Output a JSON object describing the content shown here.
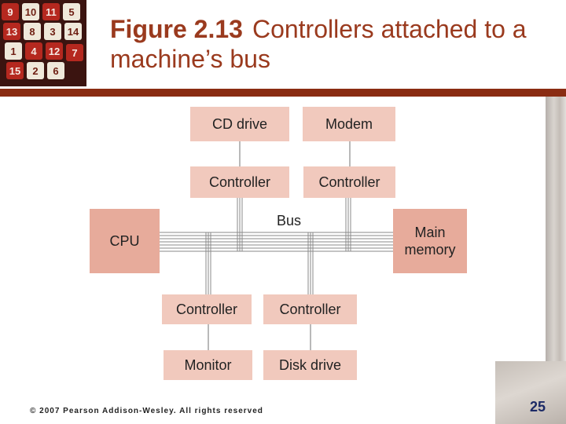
{
  "slide": {
    "figure_number": "Figure 2.13",
    "title_text": "Controllers attached to a machine’s bus",
    "footer": "© 2007 Pearson Addison-Wesley. All rights reserved",
    "page_number": "25"
  },
  "logo": {
    "tiles": [
      "9",
      "10",
      "11",
      "5",
      "13",
      "8",
      "3",
      "14",
      "1",
      "4",
      "12",
      "15",
      "2",
      "6",
      "7"
    ]
  },
  "diagram": {
    "bus_label": "Bus",
    "cd_drive": "CD drive",
    "modem": "Modem",
    "controller_cd": "Controller",
    "controller_modem": "Controller",
    "cpu": "CPU",
    "main_memory": "Main memory",
    "controller_monitor": "Controller",
    "controller_disk": "Controller",
    "monitor": "Monitor",
    "disk_drive": "Disk drive"
  },
  "colors": {
    "title": "#9a3a1e",
    "rule": "#8a2c12",
    "light_box": "#f1c9bd",
    "dark_box": "#e7ab9b",
    "bus_lines": "#8a8a8a"
  }
}
